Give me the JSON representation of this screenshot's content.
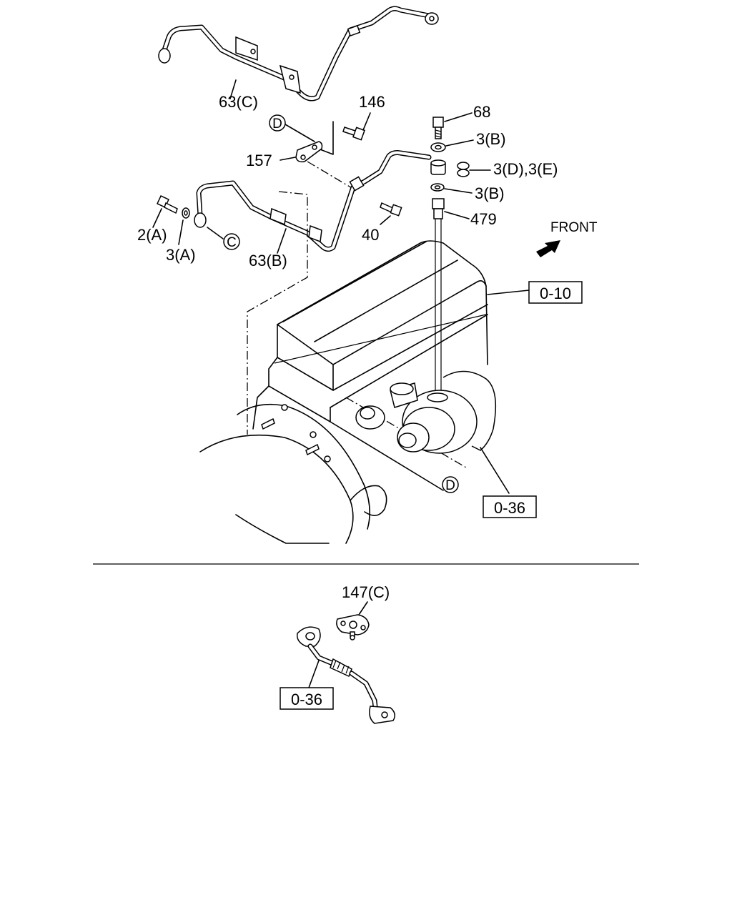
{
  "callouts": {
    "tube_63c": "63(C)",
    "bolt_146": "146",
    "bolt_68": "68",
    "washer_3b_upper": "3(B)",
    "washer_3d_3e": "3(D),3(E)",
    "washer_3b_lower": "3(B)",
    "fitting_479": "479",
    "bracket_157": "157",
    "bolt_2a": "2(A)",
    "washer_3a": "3(A)",
    "tube_63b": "63(B)",
    "bolt_40": "40",
    "ref_0_10": "0-10",
    "ref_0_36_upper": "0-36",
    "gasket_147c": "147(C)",
    "ref_0_36_lower": "0-36"
  },
  "markers": {
    "c": "C",
    "d_upper": "D",
    "d_lower": "D"
  },
  "direction": {
    "front": "FRONT"
  }
}
